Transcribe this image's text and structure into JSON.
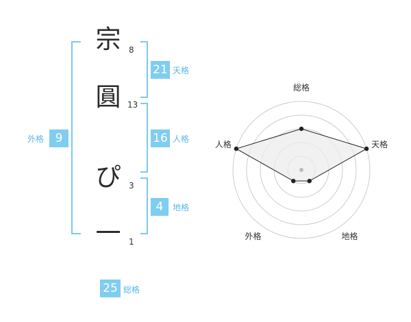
{
  "name": {
    "chars": [
      {
        "char": "宗",
        "strokes": "8"
      },
      {
        "char": "圓",
        "strokes": "13"
      },
      {
        "char": "ぴ",
        "strokes": "3"
      },
      {
        "char": "一",
        "strokes": "1"
      }
    ]
  },
  "kaku": {
    "tenkaku": {
      "value": "21",
      "label": "天格"
    },
    "jinkaku": {
      "value": "16",
      "label": "人格"
    },
    "chikaku": {
      "value": "4",
      "label": "地格"
    },
    "gaikaku": {
      "value": "9",
      "label": "外格"
    },
    "soukaku": {
      "value": "25",
      "label": "総格"
    }
  },
  "chart_data": {
    "type": "radar",
    "axes": [
      "総格",
      "天格",
      "地格",
      "外格",
      "人格"
    ],
    "values": [
      3,
      5,
      1,
      1,
      5
    ],
    "max": 5,
    "rings": 5,
    "colors": {
      "ring": "#cccccc",
      "fill": "#ececec",
      "line": "#222222",
      "point": "#222222",
      "center": "#bbbbbb"
    }
  }
}
